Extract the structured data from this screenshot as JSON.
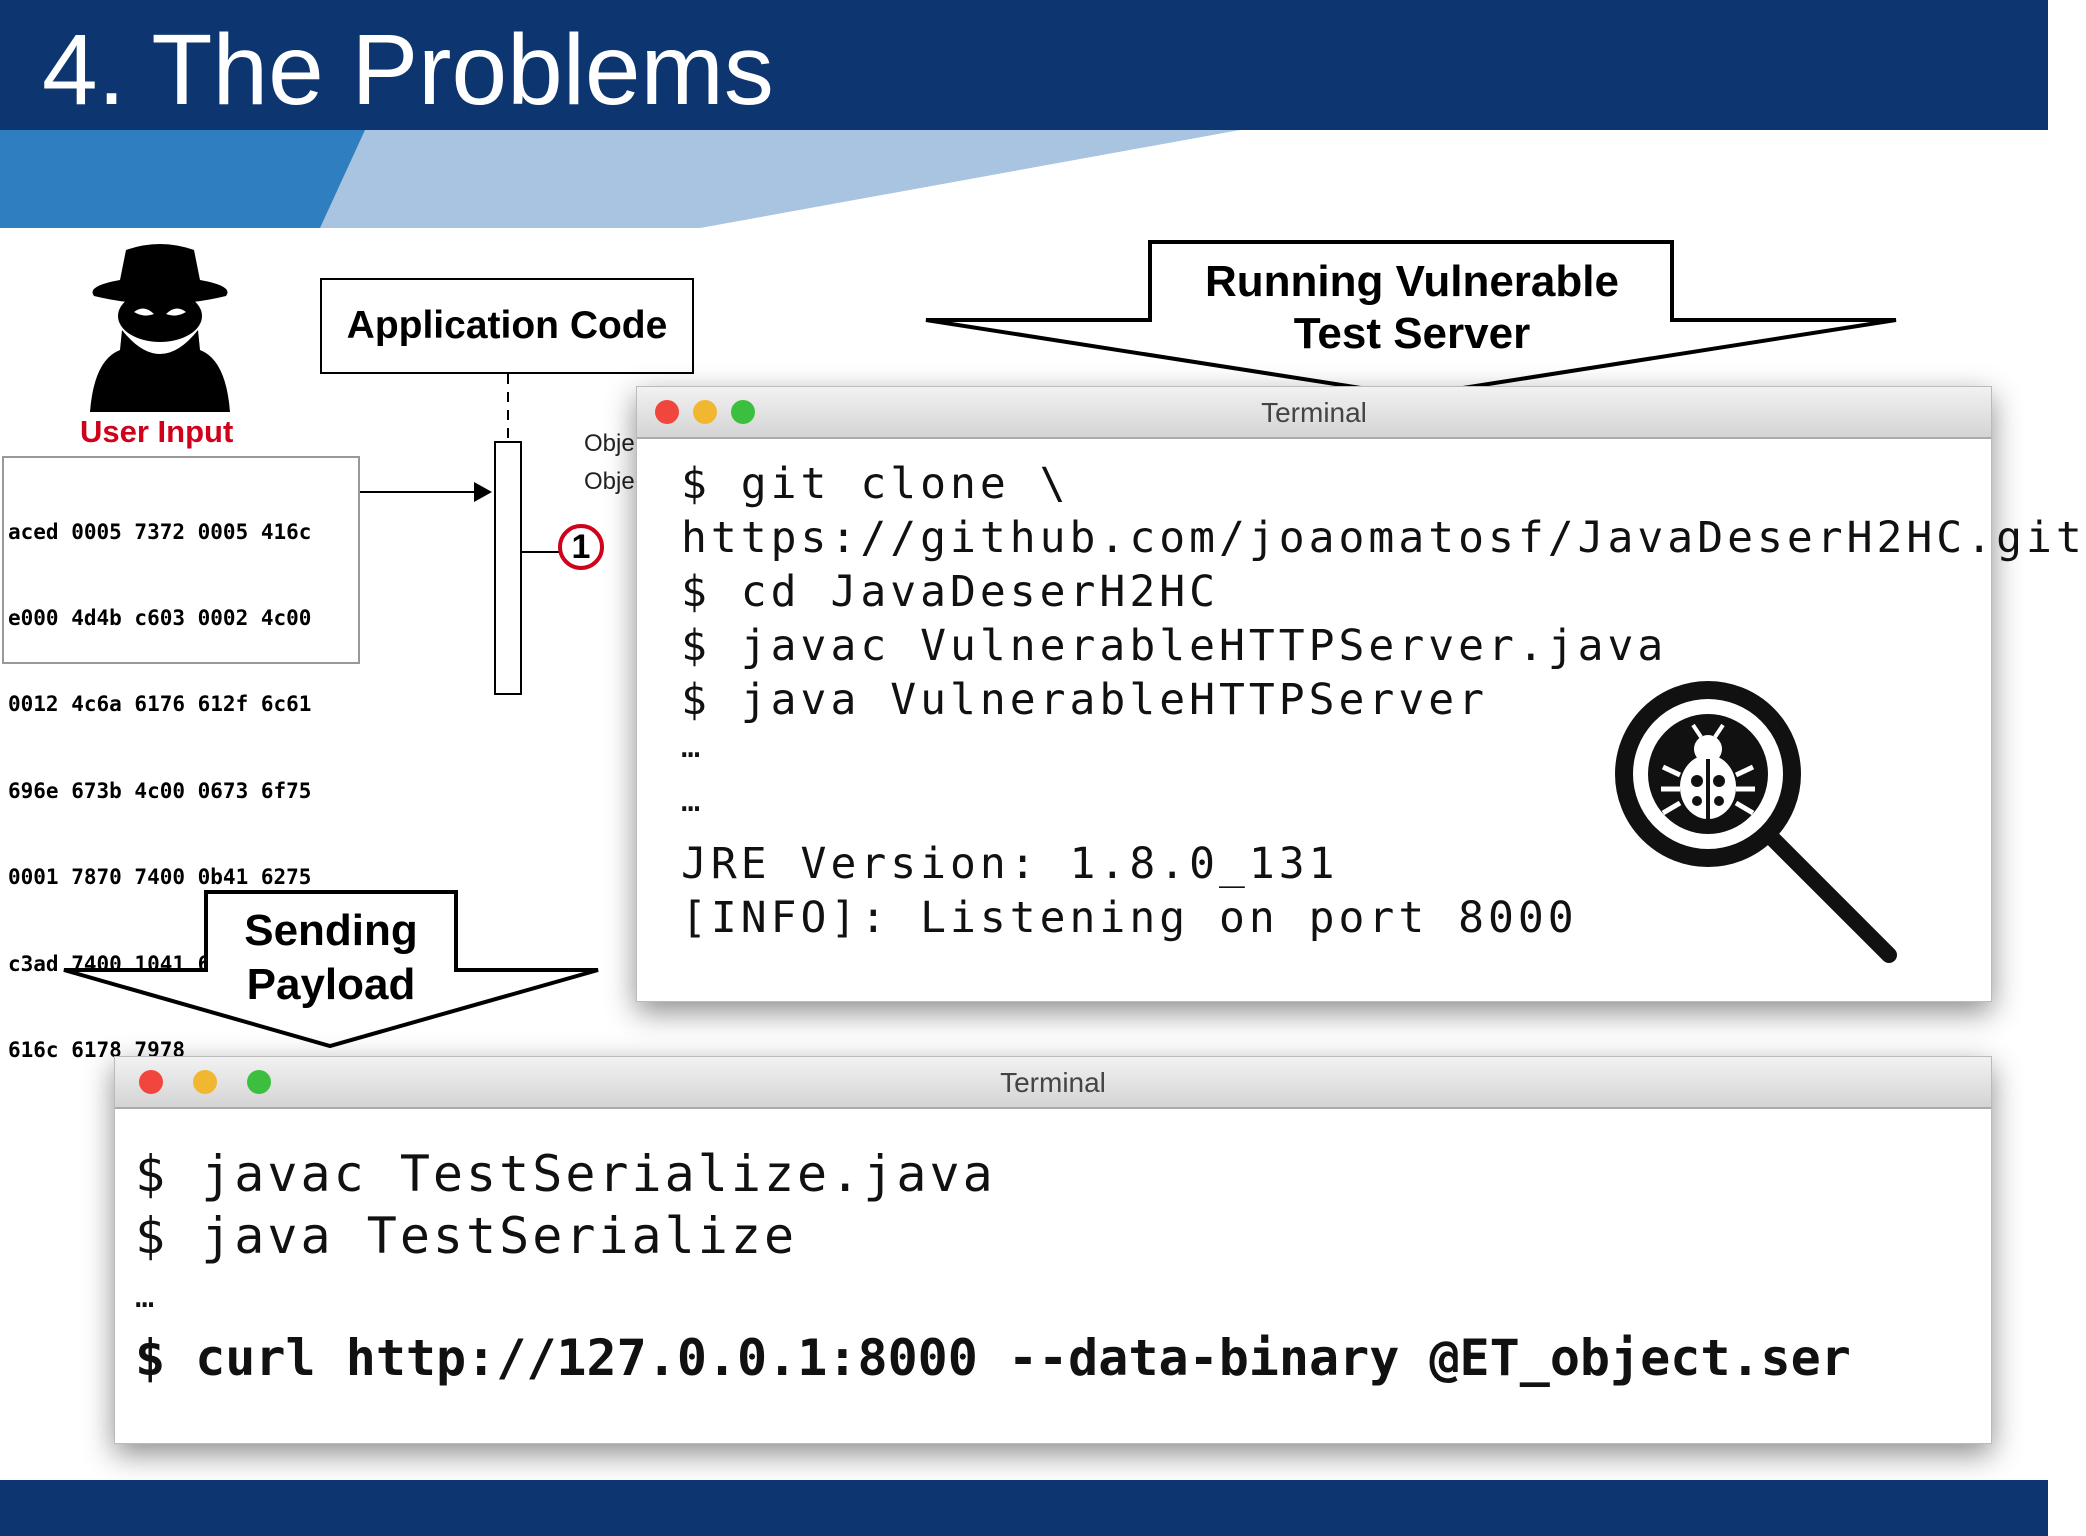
{
  "slide": {
    "title": "4. The Problems"
  },
  "diagram": {
    "app_code_label": "Application Code",
    "user_input_label": "User Input",
    "hex_lines": [
      "aced 0005 7372 0005 416c",
      "e000 4d4b c603 0002 4c00",
      "0012 4c6a 6176 612f 6c61",
      "696e 673b 4c00 0673 6f75",
      "0001 7870 7400 0b41 6275",
      "c3ad 7400 1041 6e64 726f",
      "616c 6178 7978"
    ],
    "obj_labels": [
      "Obje",
      "Obje"
    ],
    "step_number": "1"
  },
  "callouts": {
    "server_line1": "Running Vulnerable",
    "server_line2": "Test Server",
    "payload_line1": "Sending",
    "payload_line2": "Payload"
  },
  "terminal_server": {
    "title": "Terminal",
    "lines": [
      "$ git clone \\",
      "https://github.com/joaomatosf/JavaDeserH2HC.git",
      "$ cd JavaDeserH2HC",
      "$ javac VulnerableHTTPServer.java",
      "$ java VulnerableHTTPServer",
      "…",
      "…",
      "JRE Version: 1.8.0_131",
      "[INFO]: Listening on port 8000"
    ]
  },
  "terminal_client": {
    "title": "Terminal",
    "lines": [
      "$ javac TestSerialize.java",
      "$ java TestSerialize",
      "…",
      "$ curl http://127.0.0.1:8000 --data-binary @ET_object.ser"
    ]
  },
  "icons": {
    "spy": "spy-icon",
    "bug_search": "bug-magnifier-icon"
  },
  "colors": {
    "header": "#0d3670",
    "user_input": "#d0021b"
  }
}
